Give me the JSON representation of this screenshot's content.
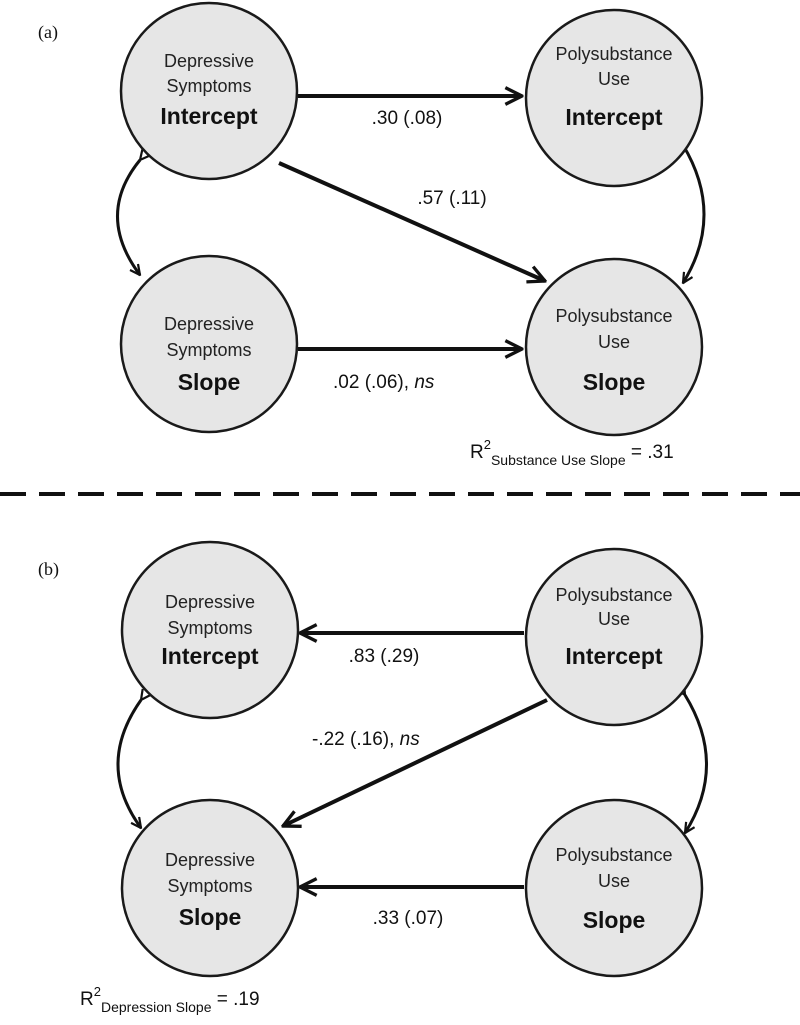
{
  "panel_a": {
    "label": "(a)",
    "nodes": {
      "dep_intercept": {
        "line1": "Depressive",
        "line2": "Symptoms",
        "main": "Intercept"
      },
      "sub_intercept": {
        "line1": "Polysubstance",
        "line2": "Use",
        "main": "Intercept"
      },
      "dep_slope": {
        "line1": "Depressive",
        "line2": "Symptoms",
        "main": "Slope"
      },
      "sub_slope": {
        "line1": "Polysubstance",
        "line2": "Use",
        "main": "Slope"
      }
    },
    "paths": {
      "intercept_to_intercept": ".30 (.08)",
      "intercept_to_slope": ".57 (.11)",
      "slope_to_slope_value": ".02 (.06), ",
      "slope_to_slope_ns": "ns"
    },
    "r2": {
      "prefix": "R",
      "sup": "2",
      "sub": "Substance Use Slope",
      "value": " = .31"
    }
  },
  "panel_b": {
    "label": "(b)",
    "nodes": {
      "dep_intercept": {
        "line1": "Depressive",
        "line2": "Symptoms",
        "main": "Intercept"
      },
      "sub_intercept": {
        "line1": "Polysubstance",
        "line2": "Use",
        "main": "Intercept"
      },
      "dep_slope": {
        "line1": "Depressive",
        "line2": "Symptoms",
        "main": "Slope"
      },
      "sub_slope": {
        "line1": "Polysubstance",
        "line2": "Use",
        "main": "Slope"
      }
    },
    "paths": {
      "intercept_to_intercept": ".83 (.29)",
      "intercept_to_slope_value": "-.22 (.16), ",
      "intercept_to_slope_ns": "ns",
      "slope_to_slope": ".33 (.07)"
    },
    "r2": {
      "prefix": "R",
      "sup": "2",
      "sub": "Depression Slope",
      "value": " = .19"
    }
  }
}
